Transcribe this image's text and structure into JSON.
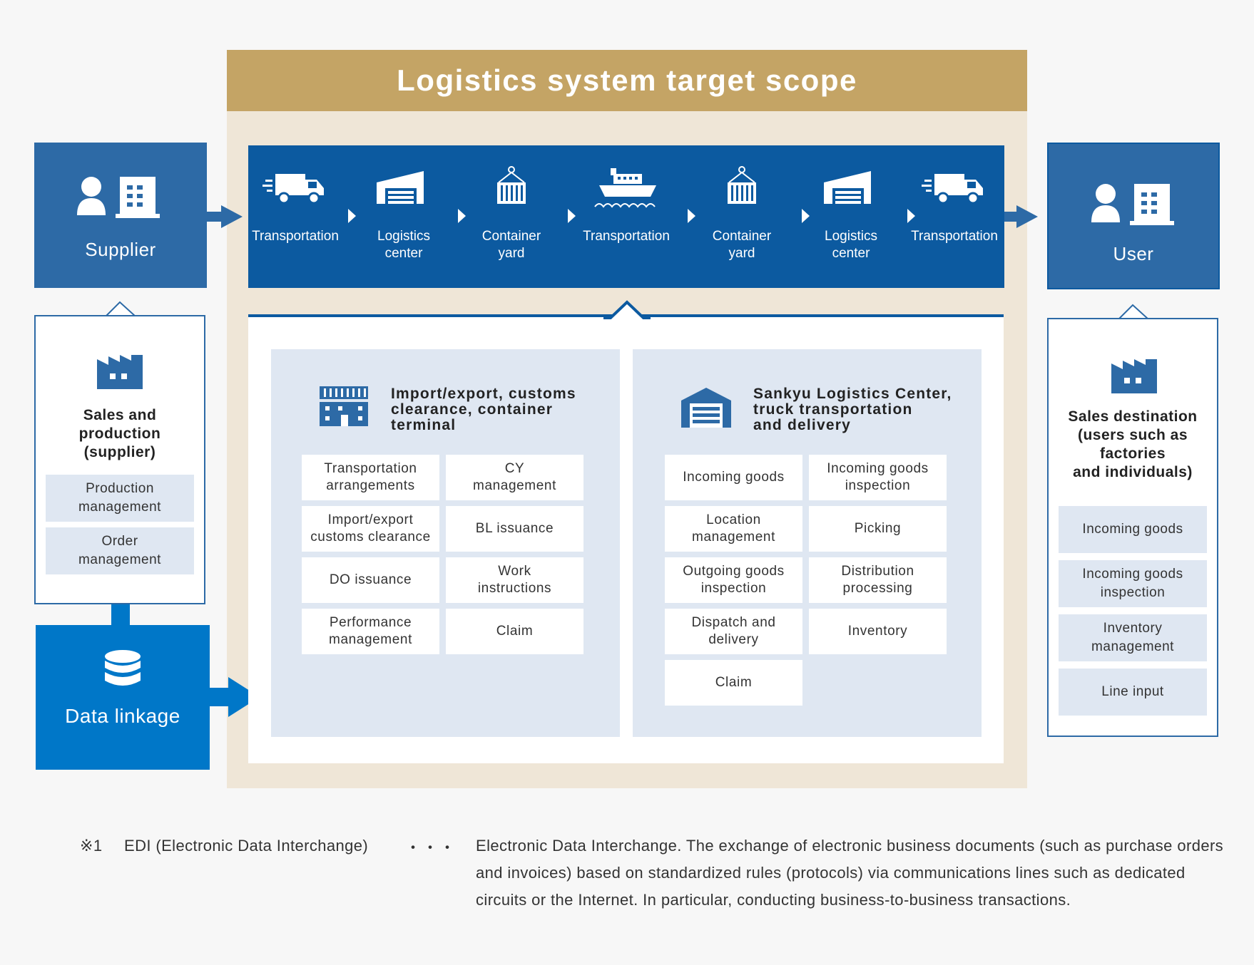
{
  "scope": {
    "title": "Logistics system target scope"
  },
  "flow": [
    {
      "label": "Transportation",
      "icon": "truck-icon"
    },
    {
      "label": "Logistics\ncenter",
      "icon": "warehouse-icon"
    },
    {
      "label": "Container\nyard",
      "icon": "container-icon"
    },
    {
      "label": "Transportation",
      "icon": "ship-icon"
    },
    {
      "label": "Container\nyard",
      "icon": "container-icon"
    },
    {
      "label": "Logistics\ncenter",
      "icon": "warehouse-icon"
    },
    {
      "label": "Transportation",
      "icon": "truck-icon"
    }
  ],
  "supplier": {
    "label": "Supplier",
    "panel_title": "Sales and\nproduction\n(supplier)",
    "items": [
      "Production\nmanagement",
      "Order\nmanagement"
    ]
  },
  "user": {
    "label": "User",
    "panel_title": "Sales destination\n(users such as\nfactories\nand individuals)",
    "items": [
      "Incoming goods",
      "Incoming goods\ninspection",
      "Inventory\nmanagement",
      "Line input"
    ]
  },
  "groups": [
    {
      "title": "Import/export, customs\nclearance, container\nterminal",
      "icon": "terminal-building-icon",
      "items": [
        "Transportation\narrangements",
        "CY\nmanagement",
        "Import/export\ncustoms clearance",
        "BL issuance",
        "DO issuance",
        "Work\ninstructions",
        "Performance\nmanagement",
        "Claim"
      ]
    },
    {
      "title": "Sankyu Logistics Center,\ntruck transportation\nand delivery",
      "icon": "warehouse-icon",
      "items": [
        "Incoming goods",
        "Incoming goods\ninspection",
        "Location\nmanagement",
        "Picking",
        "Outgoing goods\ninspection",
        "Distribution\nprocessing",
        "Dispatch and\ndelivery",
        "Inventory",
        "Claim"
      ]
    }
  ],
  "data_linkage": {
    "label": "Data linkage",
    "icon": "database-icon"
  },
  "footnote": {
    "mark": "※1",
    "term": "EDI (Electronic Data Interchange)",
    "dots": "・・・",
    "body": "Electronic Data Interchange. The exchange of electronic business documents (such as purchase orders and invoices) based on standardized rules (protocols) via communications lines such as dedicated circuits or the Internet. In particular, conducting business-to-business transactions."
  },
  "colors": {
    "navy": "#0c5aa0",
    "party": "#2d6aa6",
    "gold": "#c4a465",
    "beige": "#efe6d7",
    "data": "#0077c8",
    "cell_bg": "#dfe7f2"
  }
}
